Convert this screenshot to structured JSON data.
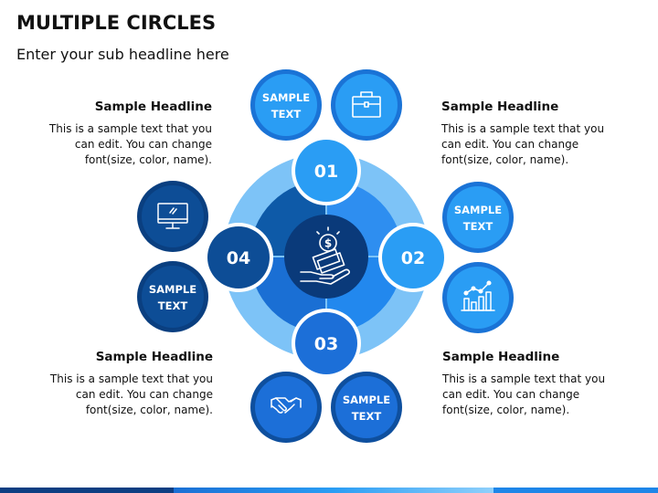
{
  "title": "MULTIPLE CIRCLES",
  "subtitle": "Enter your sub headline here",
  "blocks": [
    {
      "headline": "Sample Headline",
      "body": [
        "This is a sample text that you",
        "can edit. You can change",
        "font(size, color, name)."
      ]
    },
    {
      "headline": "Sample Headline",
      "body": [
        "This is a sample text that you",
        "can edit. You can change",
        "font(size, color, name)."
      ]
    },
    {
      "headline": "Sample Headline",
      "body": [
        "This is a sample text that you",
        "can edit. You can change",
        "font(size, color, name)."
      ]
    },
    {
      "headline": "Sample Headline",
      "body": [
        "This is a sample text that you",
        "can edit. You can change",
        "font(size, color, name)."
      ]
    }
  ],
  "numbers": [
    "01",
    "02",
    "03",
    "04"
  ],
  "sample_text": [
    "SAMPLE",
    "TEXT"
  ],
  "icons": [
    "briefcase-icon",
    "presentation-chart-icon",
    "handshake-icon",
    "monitor-icon",
    "money-hand-icon"
  ],
  "colors": {
    "outer_ring": "#7dc3f7",
    "quad_01": "#1565c0",
    "quad_02": "#2e8ef0",
    "quad_03": "#1e7ae6",
    "quad_04": "#0d4a94",
    "center": "#0a3a7a",
    "light_blue": "#2a9df4",
    "mid_blue": "#1c6fd8",
    "dark_blue": "#0d4d96"
  }
}
